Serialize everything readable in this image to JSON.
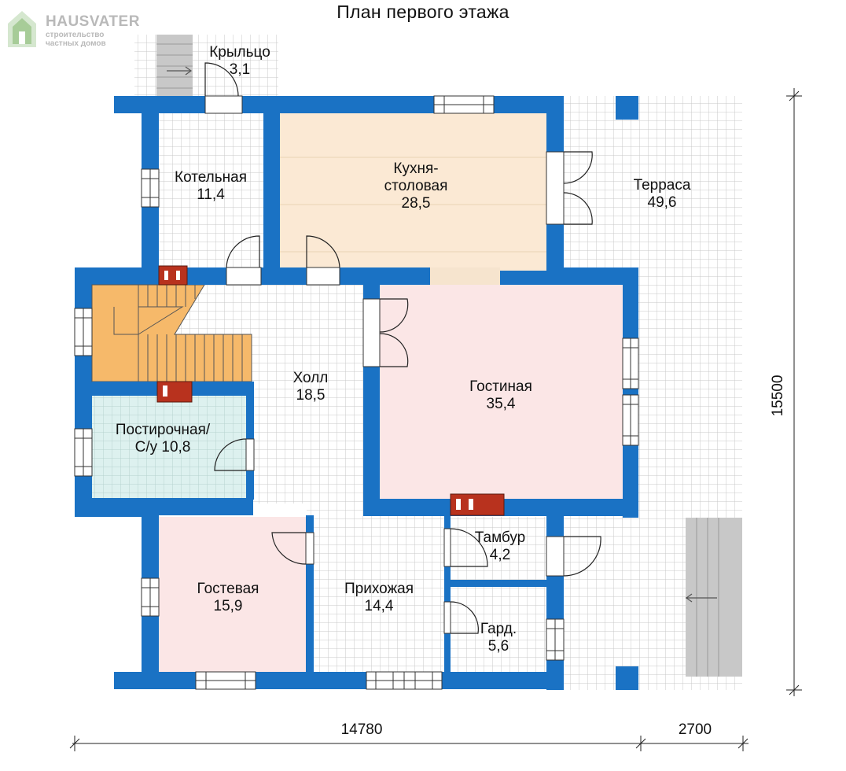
{
  "header": {
    "title": "План первого этажа",
    "logo_name": "HAUSVATER",
    "logo_sub1": "строительство",
    "logo_sub2": "частных домов"
  },
  "rooms": {
    "porch": "Крыльцо\n3,1",
    "boiler": "Котельная\n11,4",
    "kitchen": "Кухня-\nстоловая\n28,5",
    "terrace": "Терраса\n49,6",
    "hall": "Холл\n18,5",
    "living": "Гостиная\n35,4",
    "laundry": "Постирочная/\nС/у 10,8",
    "vestibule": "Тамбур\n4,2",
    "guest": "Гостевая\n15,9",
    "entrance": "Прихожая\n14,4",
    "wardrobe": "Гард.\n5,6"
  },
  "dimensions": {
    "width_main": "14780",
    "width_terrace": "2700",
    "height": "15500"
  },
  "colors": {
    "wall": "#1a72c4",
    "kitchen": "#fbe9d4",
    "living": "#fbe6e6",
    "laundry": "#ddf1ef",
    "stairs": "#f6b96a",
    "chimney": "#b8321e"
  }
}
